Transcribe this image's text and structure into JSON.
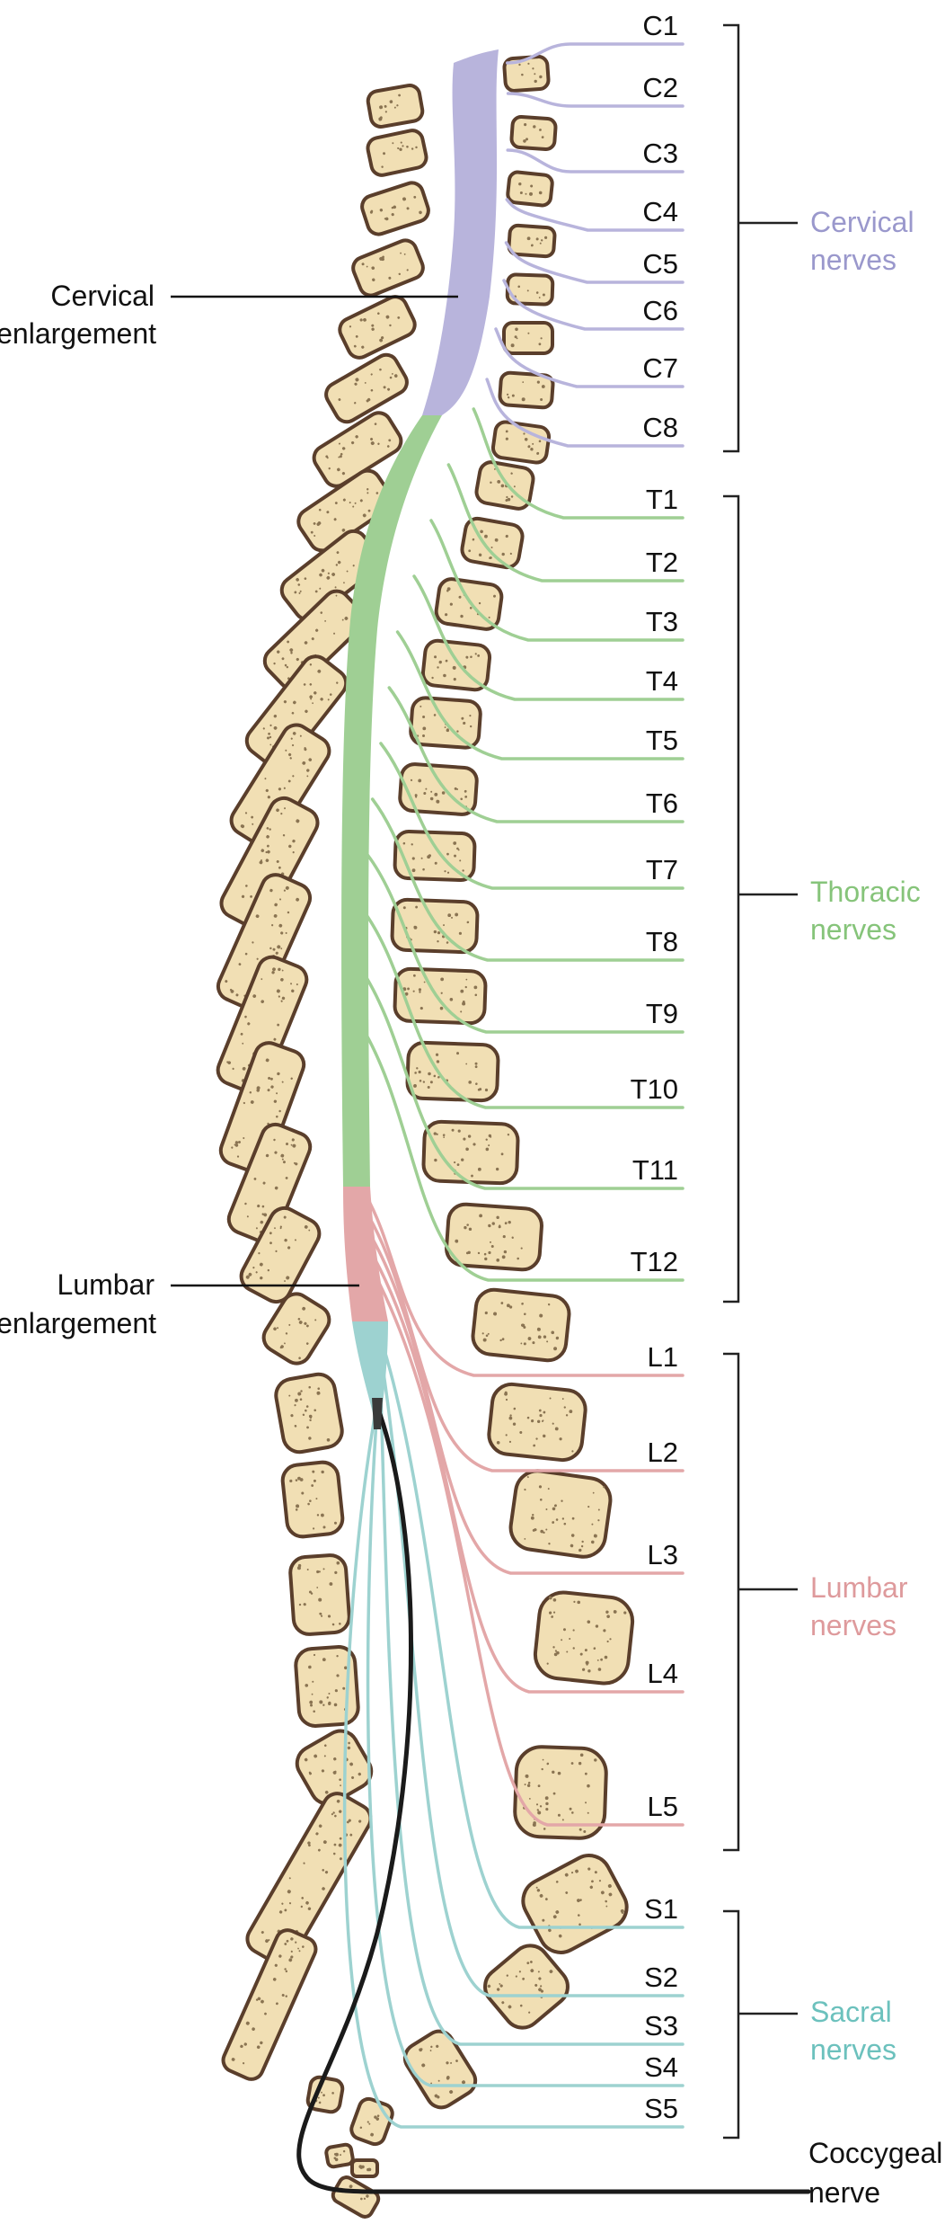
{
  "colors": {
    "cervical": "#b8b4dc",
    "thoracic": "#9fcf94",
    "lumbar": "#e3a7a8",
    "sacral": "#9dd2d0",
    "coccygeal": "#1a1a1a",
    "vertebra_fill": "#f1dfb4",
    "vertebra_outline": "#5a3e2b",
    "cervical_text": "#9a98cc",
    "thoracic_text": "#86c47a",
    "lumbar_text": "#de9a9c",
    "sacral_text": "#6cc1bd"
  },
  "callouts": {
    "cervical_enlargement": [
      "Cervical",
      "enlargement"
    ],
    "lumbar_enlargement": [
      "Lumbar",
      "enlargement"
    ]
  },
  "groups": {
    "cervical": {
      "line1": "Cervical",
      "line2": "nerves",
      "color": "#9a98cc"
    },
    "thoracic": {
      "line1": "Thoracic",
      "line2": "nerves",
      "color": "#86c47a"
    },
    "lumbar": {
      "line1": "Lumbar",
      "line2": "nerves",
      "color": "#de9a9c"
    },
    "sacral": {
      "line1": "Sacral",
      "line2": "nerves",
      "color": "#6cc1bd"
    },
    "coccygeal": {
      "line1": "Coccygeal",
      "line2": "nerve",
      "color": "#111111"
    }
  },
  "nerves": {
    "cervical": [
      "C1",
      "C2",
      "C3",
      "C4",
      "C5",
      "C6",
      "C7",
      "C8"
    ],
    "thoracic": [
      "T1",
      "T2",
      "T3",
      "T4",
      "T5",
      "T6",
      "T7",
      "T8",
      "T9",
      "T10",
      "T11",
      "T12"
    ],
    "lumbar": [
      "L1",
      "L2",
      "L3",
      "L4",
      "L5"
    ],
    "sacral": [
      "S1",
      "S2",
      "S3",
      "S4",
      "S5"
    ]
  }
}
